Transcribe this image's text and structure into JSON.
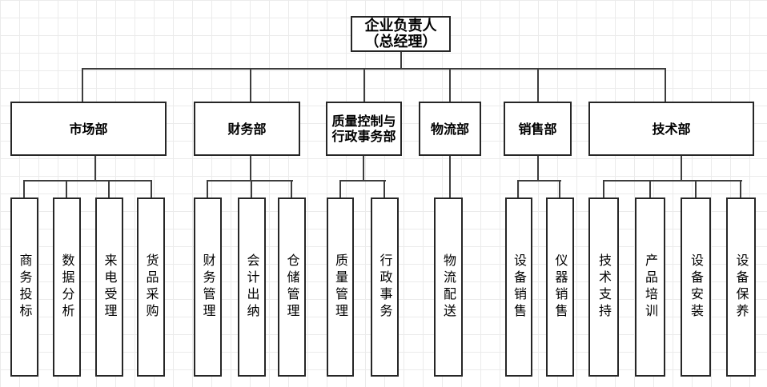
{
  "org": {
    "root": {
      "line1": "企业负责人",
      "line2": "（总经理）"
    },
    "departments": [
      {
        "name": "市场部",
        "children": [
          "商务投标",
          "数据分析",
          "来电受理",
          "货品采购"
        ]
      },
      {
        "name": "财务部",
        "children": [
          "财务管理",
          "会计出纳",
          "仓储管理"
        ]
      },
      {
        "name": "质量控制与行政事务部",
        "children": [
          "质量管理",
          "行政事务"
        ]
      },
      {
        "name": "物流部",
        "children": [
          "物流配送"
        ]
      },
      {
        "name": "销售部",
        "children": [
          "设备销售",
          "仪器销售"
        ]
      },
      {
        "name": "技术部",
        "children": [
          "技术支持",
          "产品培训",
          "设备安装",
          "设备保养"
        ]
      }
    ]
  },
  "colors": {
    "canvas_background": "#ffffff",
    "gridline": "#ebebeb",
    "box_border": "#262626",
    "connector": "#3d3d3d",
    "text": "#000000"
  }
}
